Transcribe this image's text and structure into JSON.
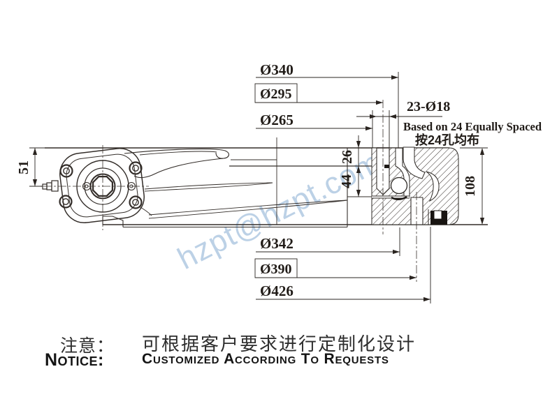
{
  "drawing": {
    "watermark_text": "hzpt@hzpt.com",
    "dim_labels": {
      "d340": "Ø340",
      "d295": "Ø295",
      "d265": "Ø265",
      "d342": "Ø342",
      "d390": "Ø390",
      "d426": "Ø426",
      "h51": "51",
      "h26": "26",
      "h44": "44",
      "h108": "108",
      "holes": "23-Ø18",
      "holes_note_en": "Based on 24 Equally Spaced",
      "holes_note_zh": "按24孔均布"
    }
  },
  "notice": {
    "label_zh": "注意：",
    "label_en": "Notice:",
    "text_zh": "可根据客户要求进行定制化设计",
    "text_en": "Customized According To Requests"
  },
  "colors": {
    "line": "#332d29",
    "dimension": "#2a2420",
    "watermark": "#b9cfe5",
    "background": "#ffffff"
  }
}
